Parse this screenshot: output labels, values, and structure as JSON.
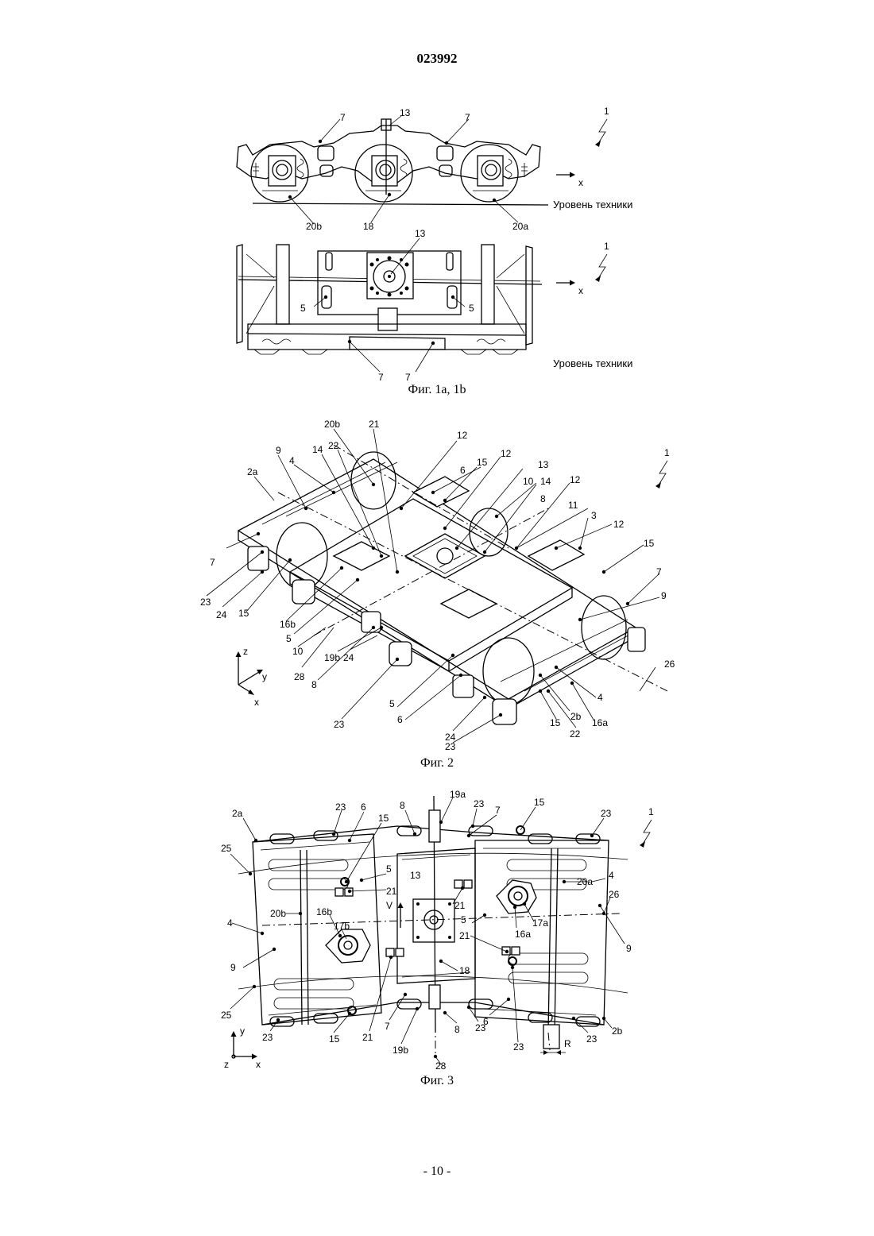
{
  "header": {
    "doc_number": "023992"
  },
  "figure1": {
    "caption": "Фиг. 1a, 1b",
    "level_label_a": "Уровень техники",
    "level_label_b": "Уровень техники",
    "axis_x": "x",
    "labels_a": {
      "ref1": "1",
      "ref7_left": "7",
      "ref13": "13",
      "ref7_right": "7",
      "ref20b": "20b",
      "ref18": "18",
      "ref20a": "20a"
    },
    "labels_b": {
      "ref1": "1",
      "ref13": "13",
      "ref5_left": "5",
      "ref5_right": "5",
      "ref7_left": "7",
      "ref7_right": "7"
    }
  },
  "figure2": {
    "caption": "Фиг. 2",
    "labels": {
      "l20b": "20b",
      "l21": "21",
      "l22_top": "22",
      "l14_top": "14",
      "l4_top": "4",
      "l9_left": "9",
      "l2a": "2a",
      "l12_a": "12",
      "l6_top": "6",
      "l15_top": "15",
      "l12_b": "12",
      "l13": "13",
      "l10_top": "10",
      "l14_b": "14",
      "l12_c": "12",
      "l8_top": "8",
      "l11": "11",
      "l3": "3",
      "l12_d": "12",
      "l15_right": "15",
      "l1": "1",
      "l7_left": "7",
      "l23_left": "23",
      "l24_left": "24",
      "l15_left": "15",
      "l16b": "16b",
      "l5_left": "5",
      "l10_left": "10",
      "l19b": "19b",
      "l24_mid": "24",
      "l28": "28",
      "l8_bottom": "8",
      "l23_mid": "23",
      "l5_bottom": "5",
      "l6_bottom": "6",
      "l24_bottom": "24",
      "l23_bottom": "23",
      "l15_bottom": "15",
      "l22_bottom": "22",
      "l2b": "2b",
      "l16a": "16a",
      "l4_right": "4",
      "l26": "26",
      "l7_right": "7",
      "l9_right": "9",
      "axis_z": "z",
      "axis_y": "y",
      "axis_x": "x"
    }
  },
  "figure3": {
    "caption": "Фиг. 3",
    "labels": {
      "l2a": "2a",
      "l23_tl": "23",
      "l6_top": "6",
      "l15_top": "15",
      "l8_top": "8",
      "l19a": "19a",
      "l23_tc": "23",
      "l7_top": "7",
      "l15_tr": "15",
      "l23_tr": "23",
      "l1": "1",
      "l25_top": "25",
      "l5_a": "5",
      "l21_a": "21",
      "l13": "13",
      "l21_b": "21",
      "l20a": "20a",
      "l4_right": "4",
      "l26": "26",
      "l20b": "20b",
      "l16b": "16b",
      "l17b": "17b",
      "lV": "V",
      "l5_b": "5",
      "l16a": "16a",
      "l17a": "17a",
      "l4_left": "4",
      "l21_c": "21",
      "l9_right": "9",
      "l9_left": "9",
      "l18": "18",
      "l25_bottom": "25",
      "l23_bl": "23",
      "l15_bottom": "15",
      "l21_d": "21",
      "l7_bottom": "7",
      "l8_bottom": "8",
      "l6_bottom": "6",
      "l23_bc": "23",
      "l23_br": "23",
      "l2b": "2b",
      "l19b": "19b",
      "l28": "28",
      "lR": "R",
      "l23_bm": "23",
      "axis_y": "y",
      "axis_z": "z",
      "axis_x": "x"
    }
  },
  "footer": {
    "page_number": "- 10 -"
  }
}
